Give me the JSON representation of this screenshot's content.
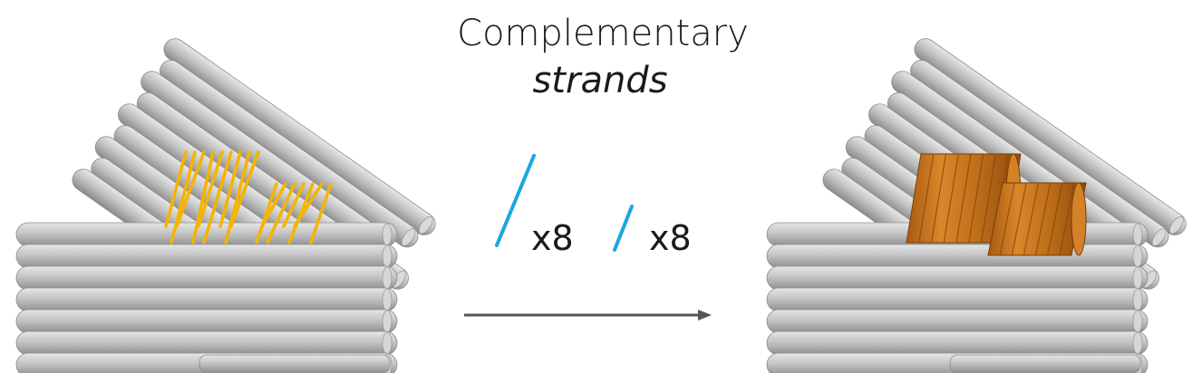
{
  "title": {
    "line1": "Complementary",
    "line2": "strands"
  },
  "strand_long": {
    "count_label": "x8",
    "color": "#1aa7e0"
  },
  "strand_short": {
    "count_label": "x8",
    "color": "#1aa7e0"
  },
  "colors": {
    "cylinder": "#bdbdbd",
    "cylinder_dark": "#8c8c8c",
    "single_strand": "#f5b400",
    "duplex": "#c8741a",
    "arrow": "#555555"
  },
  "left_structure": {
    "overhang_strand_count": 16,
    "state": "single-stranded overhangs"
  },
  "right_structure": {
    "state": "hybridized double-stranded bridges"
  }
}
